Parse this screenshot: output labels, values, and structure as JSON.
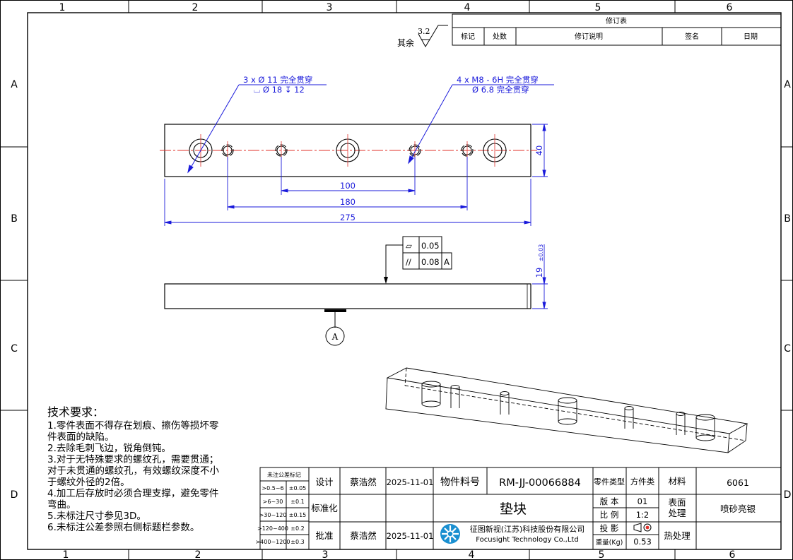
{
  "grid": {
    "cols": [
      "1",
      "2",
      "3",
      "4",
      "5",
      "6"
    ],
    "rows": [
      "A",
      "B",
      "C",
      "D"
    ]
  },
  "revision_table": {
    "title": "修订表",
    "headers": [
      "标记",
      "处数",
      "修订说明",
      "签名",
      "日期"
    ]
  },
  "surface": {
    "prefix": "其余",
    "roughness": "3.2"
  },
  "callouts": {
    "counterbore_line1": "3 x  Ø 11 完全贯穿",
    "counterbore_line2": "⌴ Ø 18 ↧ 12",
    "thread_line1": "4 x  M8 - 6H 完全贯穿",
    "thread_line2": "Ø 6.8 完全贯穿"
  },
  "dimensions": {
    "d100": "100",
    "d180": "180",
    "d275": "275",
    "d40": "40",
    "d19": "19",
    "d19_tol": "±0.03"
  },
  "gdt": {
    "flatness_symbol": "⏥",
    "flatness_value": "0.05",
    "parallel_symbol": "//",
    "parallel_value": "0.08",
    "parallel_datum": "A"
  },
  "datum": "A",
  "tech_requirements": {
    "title": "技术要求：",
    "lines": [
      "1.零件表面不得存在划痕、擦伤等损坏零",
      "件表面的缺陷。",
      "2.去除毛刺飞边，锐角倒钝。",
      "3.对于无特殊要求的螺纹孔，需要贯通；",
      "对于未贯通的螺纹孔，有效螺纹深度不小",
      "于螺纹外径的2倍。",
      "4.加工后存放时必须合理支撑，避免零件",
      "弯曲。",
      "5.未标注尺寸参见3D。",
      "6.未标注公差参照右侧标题栏参数。"
    ]
  },
  "tolerance_table": {
    "title": "未注公差标记",
    "rows": [
      {
        "range": ">0.5~6",
        "tol": "±0.05"
      },
      {
        "range": ">6~30",
        "tol": "±0.1"
      },
      {
        "range": ">30~120",
        "tol": "±0.15"
      },
      {
        "range": ">120~400",
        "tol": "±0.2"
      },
      {
        "range": ">400~1200",
        "tol": "±0.3"
      }
    ]
  },
  "title_block": {
    "design_label": "设计",
    "designer": "蔡浩然",
    "design_date": "2025-11-01",
    "standard_label": "标准化",
    "approve_label": "批准",
    "approver": "蔡浩然",
    "approve_date": "2025-11-01",
    "part_no_label": "物件料号",
    "part_no": "RM-JJ-00066884",
    "part_name": "垫块",
    "part_type_label": "零件类型",
    "part_type": "方件类",
    "material_label": "材料",
    "material": "6061",
    "version_label": "版 本",
    "version": "01",
    "scale_label": "比 例",
    "scale": "1:2",
    "projection_label": "投 影",
    "weight_label": "重量(Kg)",
    "weight": "0.53",
    "surface_label_1": "表面",
    "surface_label_2": "处理",
    "surface_treatment": "喷砂亮银",
    "heat_label": "热处理",
    "company_cn": "征图新视(江苏)科技股份有限公司",
    "company_en": "Focusight Technology Co.,Ltd"
  },
  "colors": {
    "dimension": "#1a1adb",
    "centerline": "#e0302a",
    "logo": "#1a8fd0"
  }
}
